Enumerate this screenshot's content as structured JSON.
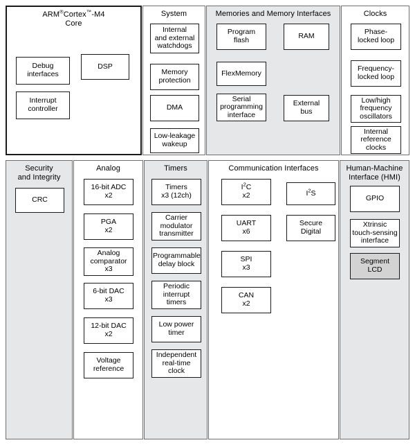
{
  "diagram": {
    "title": "Kinetis K-series MCU block diagram",
    "colors": {
      "panel_shade": "#e6e7e8",
      "block_fill": "#d3d3d3",
      "block_border": "#1a1a1a",
      "panel_border": "#6f6f6f",
      "background": "#ffffff"
    }
  },
  "sections": [
    {
      "id": "core",
      "title": "ARM®Cortex™-M4 Core",
      "title_line1": "ARM",
      "title_line2": "Core",
      "shaded": false,
      "blocks": [
        {
          "label": "Debug interfaces",
          "filled": false
        },
        {
          "label": "DSP",
          "filled": false
        },
        {
          "label": "Interrupt controller",
          "filled": false
        }
      ]
    },
    {
      "id": "system",
      "title": "System",
      "shaded": false,
      "blocks": [
        {
          "label": "Internal and external watchdogs",
          "filled": false
        },
        {
          "label": "Memory protection",
          "filled": false
        },
        {
          "label": "DMA",
          "filled": false
        },
        {
          "label": "Low-leakage wakeup",
          "filled": false
        }
      ]
    },
    {
      "id": "memories",
      "title": "Memories and Memory Interfaces",
      "shaded": true,
      "blocks": [
        {
          "label": "Program flash",
          "filled": false
        },
        {
          "label": "RAM",
          "filled": false
        },
        {
          "label": "FlexMemory",
          "filled": false
        },
        {
          "label": "Serial programming interface",
          "filled": false
        },
        {
          "label": "External bus",
          "filled": false
        }
      ]
    },
    {
      "id": "clocks",
      "title": "Clocks",
      "shaded": false,
      "blocks": [
        {
          "label": "Phase-locked loop",
          "filled": false
        },
        {
          "label": "Frequency-locked loop",
          "filled": false
        },
        {
          "label": "Low/high frequency oscillators",
          "filled": false
        },
        {
          "label": "Internal reference clocks",
          "filled": false
        }
      ]
    },
    {
      "id": "security",
      "title": "Security and Integrity",
      "shaded": true,
      "blocks": [
        {
          "label": "CRC",
          "filled": false
        }
      ]
    },
    {
      "id": "analog",
      "title": "Analog",
      "shaded": false,
      "blocks": [
        {
          "label": "16-bit ADC x2",
          "filled": false
        },
        {
          "label": "PGA x2",
          "filled": false
        },
        {
          "label": "Analog comparator x3",
          "filled": false
        },
        {
          "label": "6-bit DAC x3",
          "filled": false
        },
        {
          "label": "12-bit DAC x2",
          "filled": false
        },
        {
          "label": "Voltage reference",
          "filled": false
        }
      ]
    },
    {
      "id": "timers",
      "title": "Timers",
      "shaded": true,
      "blocks": [
        {
          "label": "Timers x3 (12ch)",
          "filled": false
        },
        {
          "label": "Carrier modulator transmitter",
          "filled": false
        },
        {
          "label": "Programmable delay block",
          "filled": false
        },
        {
          "label": "Periodic interrupt timers",
          "filled": false
        },
        {
          "label": "Low power timer",
          "filled": false
        },
        {
          "label": "Independent real-time clock",
          "filled": false
        }
      ]
    },
    {
      "id": "communication",
      "title": "Communication Interfaces",
      "shaded": false,
      "blocks": [
        {
          "label": "I²C x2",
          "filled": false
        },
        {
          "label": "I²S",
          "filled": false
        },
        {
          "label": "UART x6",
          "filled": false
        },
        {
          "label": "Secure Digital",
          "filled": false
        },
        {
          "label": "SPI x3",
          "filled": false
        },
        {
          "label": "CAN x2",
          "filled": false
        }
      ]
    },
    {
      "id": "hmi",
      "title": "Human-Machine Interface (HMI)",
      "shaded": true,
      "blocks": [
        {
          "label": "GPIO",
          "filled": false
        },
        {
          "label": "Xtrinsic touch-sensing interface",
          "filled": false
        },
        {
          "label": "Segment LCD",
          "filled": true
        }
      ]
    }
  ],
  "text": {
    "core_title_arm": "ARM",
    "core_title_reg": "®",
    "core_title_cortex": "Cortex",
    "core_title_tm": "™",
    "core_title_m4": "-M4",
    "core_title_core": "Core",
    "system_title": "System",
    "memories_title": "Memories and Memory Interfaces",
    "clocks_title": "Clocks",
    "security_title_l1": "Security",
    "security_title_l2": "and Integrity",
    "analog_title": "Analog",
    "timers_title": "Timers",
    "communication_title": "Communication Interfaces",
    "hmi_title_l1": "Human-Machine",
    "hmi_title_l2": "Interface (HMI)",
    "debug_l1": "Debug",
    "debug_l2": "interfaces",
    "dsp": "DSP",
    "interrupt_l1": "Interrupt",
    "interrupt_l2": "controller",
    "watchdogs_l1": "Internal",
    "watchdogs_l2": "and external",
    "watchdogs_l3": "watchdogs",
    "memprot_l1": "Memory",
    "memprot_l2": "protection",
    "dma": "DMA",
    "lowleak_l1": "Low-leakage",
    "lowleak_l2": "wakeup",
    "progflash_l1": "Program",
    "progflash_l2": "flash",
    "ram": "RAM",
    "flexmemory": "FlexMemory",
    "serialprog_l1": "Serial",
    "serialprog_l2": "programming",
    "serialprog_l3": "interface",
    "extbus_l1": "External",
    "extbus_l2": "bus",
    "pll_l1": "Phase-",
    "pll_l2": "locked loop",
    "fll_l1": "Frequency-",
    "fll_l2": "locked loop",
    "osc_l1": "Low/high",
    "osc_l2": "frequency",
    "osc_l3": "oscillators",
    "irc_l1": "Internal",
    "irc_l2": "reference",
    "irc_l3": "clocks",
    "crc": "CRC",
    "adc_l1": "16-bit ADC",
    "adc_l2": "x2",
    "pga_l1": "PGA",
    "pga_l2": "x2",
    "acmp_l1": "Analog",
    "acmp_l2": "comparator",
    "acmp_l3": "x3",
    "dac6_l1": "6-bit DAC",
    "dac6_l2": "x3",
    "dac12_l1": "12-bit DAC",
    "dac12_l2": "x2",
    "vref_l1": "Voltage",
    "vref_l2": "reference",
    "timers_l1": "Timers",
    "timers_l2": "x3 (12ch)",
    "cmt_l1": "Carrier",
    "cmt_l2": "modulator",
    "cmt_l3": "transmitter",
    "pdb_l1": "Programmable",
    "pdb_l2": "delay block",
    "pit_l1": "Periodic",
    "pit_l2": "interrupt",
    "pit_l3": "timers",
    "lptmr_l1": "Low power",
    "lptmr_l2": "timer",
    "irtc_l1": "Independent",
    "irtc_l2": "real-time",
    "irtc_l3": "clock",
    "i2c_l1": "I",
    "i2c_sup": "2",
    "i2c_l2": "C",
    "i2c_l3": "x2",
    "i2s_l1": "I",
    "i2s_sup": "2",
    "i2s_l2": "S",
    "uart_l1": "UART",
    "uart_l2": "x6",
    "sd_l1": "Secure",
    "sd_l2": "Digital",
    "spi_l1": "SPI",
    "spi_l2": "x3",
    "can_l1": "CAN",
    "can_l2": "x2",
    "gpio": "GPIO",
    "xtrinsic_l1": "Xtrinsic",
    "xtrinsic_l2": "touch-sensing",
    "xtrinsic_l3": "interface",
    "seglcd_l1": "Segment",
    "seglcd_l2": "LCD"
  }
}
